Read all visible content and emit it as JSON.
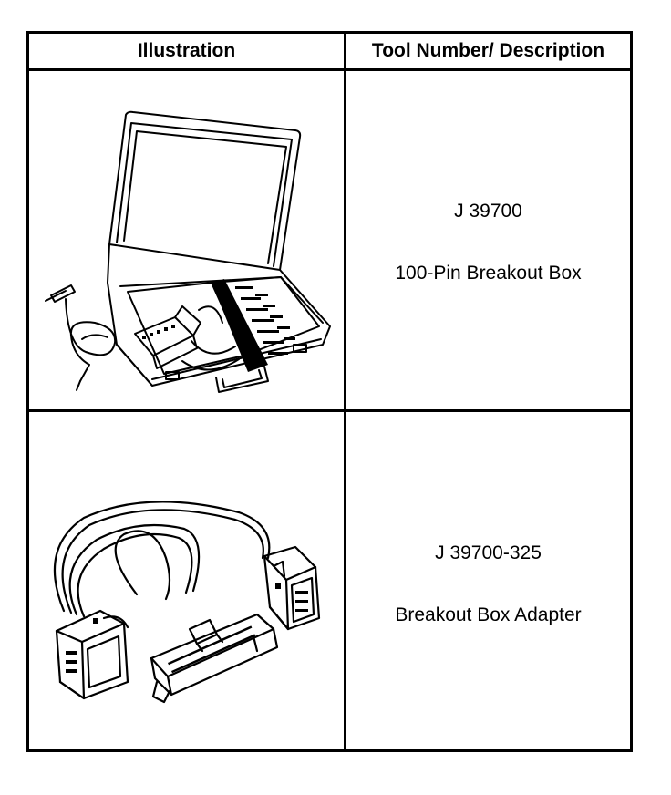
{
  "table": {
    "headers": {
      "illustration": "Illustration",
      "description": "Tool Number/ Description"
    },
    "rows": [
      {
        "tool_number": "J 39700",
        "description": "100-Pin Breakout Box",
        "illustration_icon": "breakout-box-case-icon"
      },
      {
        "tool_number": "J 39700-325",
        "description": "Breakout Box Adapter",
        "illustration_icon": "adapter-harness-icon"
      }
    ]
  }
}
